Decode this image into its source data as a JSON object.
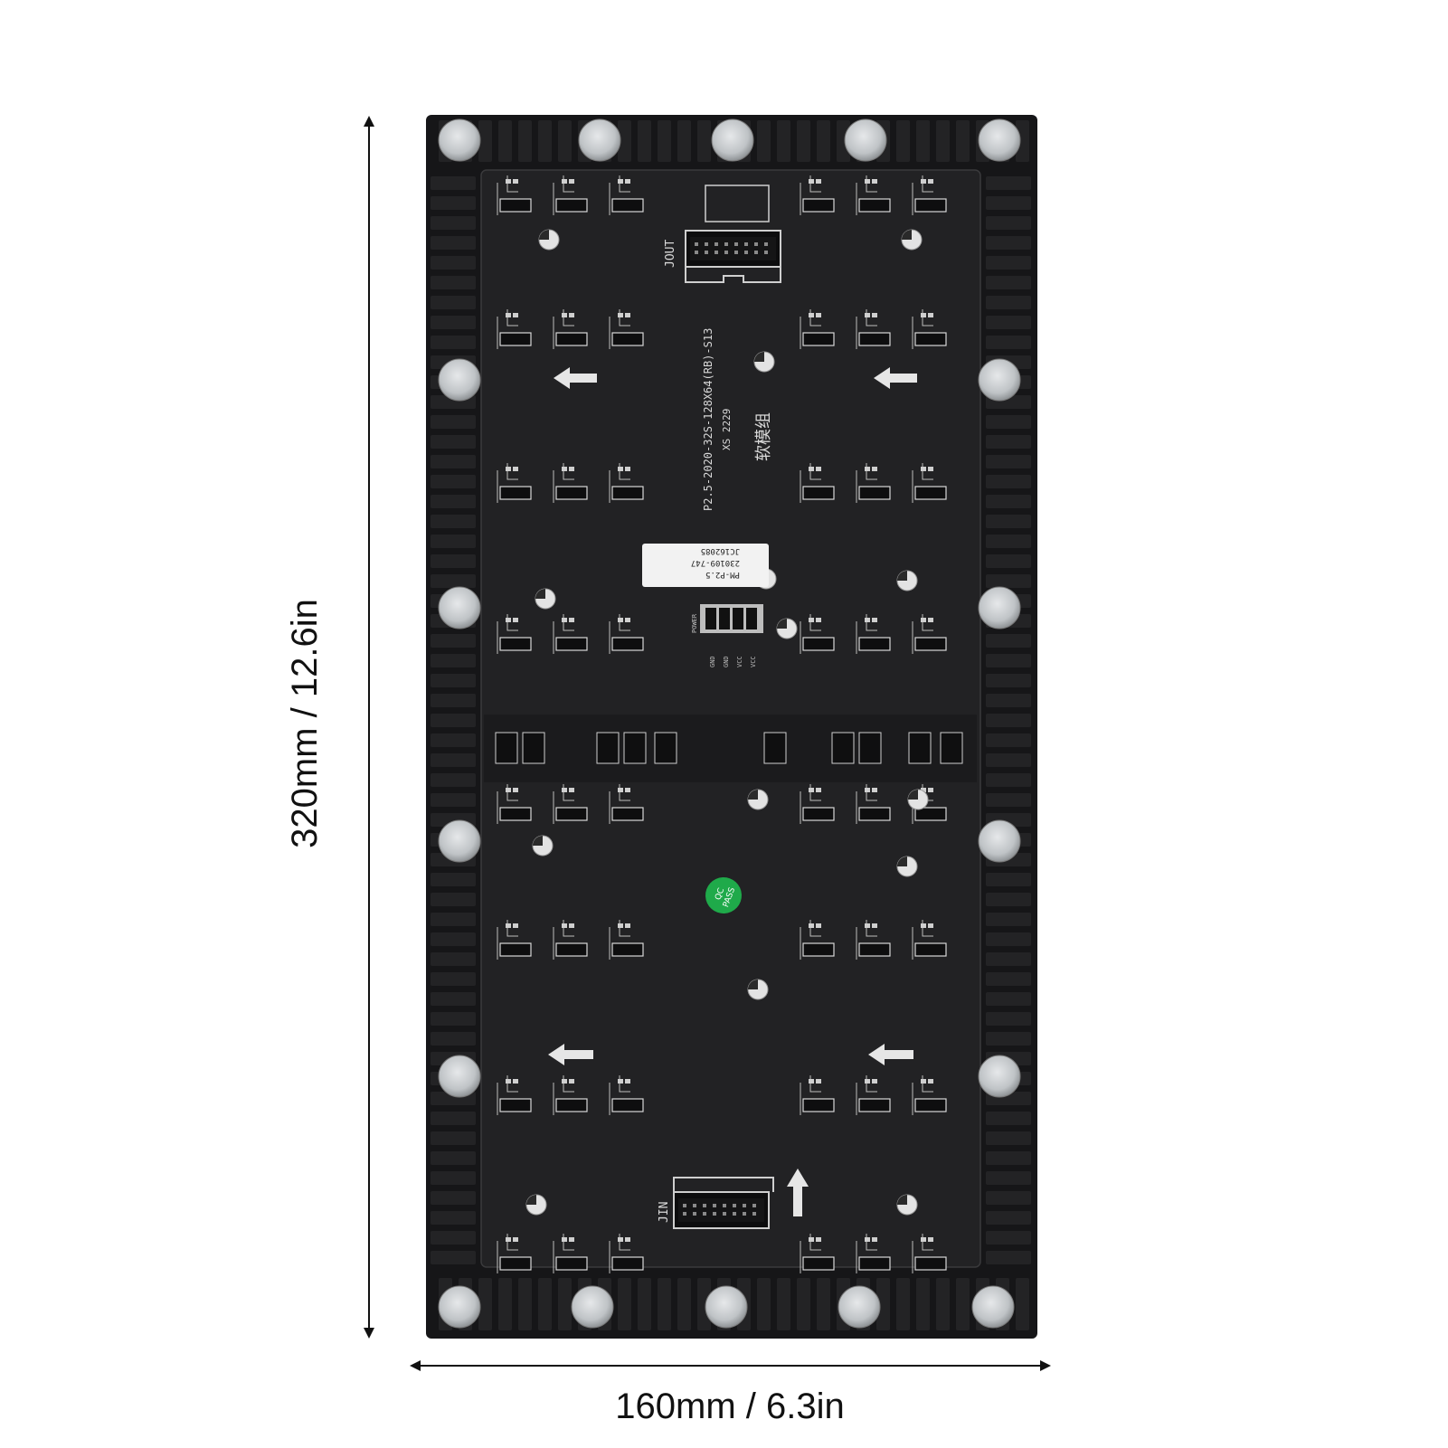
{
  "dimensions": {
    "height_label": "320mm / 12.6in",
    "width_label": "160mm / 6.3in"
  },
  "board": {
    "model_text": "P2.5-2020-32S-128X64(RB)-S13",
    "batch_text": "XS 2229",
    "module_type_text": "软模组",
    "sticker_lines": [
      "PM-P2.5",
      "230109-747",
      "JC162085"
    ],
    "qc_sticker": [
      "QC",
      "PASS"
    ],
    "connector_top_label": "JOUT",
    "connector_bottom_label": "JIN",
    "power_pins": [
      "GND",
      "GND",
      "VCC",
      "VCC"
    ],
    "power_label": "POWER",
    "colors": {
      "board": "#1f1f21",
      "frame": "#161618",
      "magnet": "#cfd2d4",
      "qc_sticker": "#1faa4a"
    }
  }
}
